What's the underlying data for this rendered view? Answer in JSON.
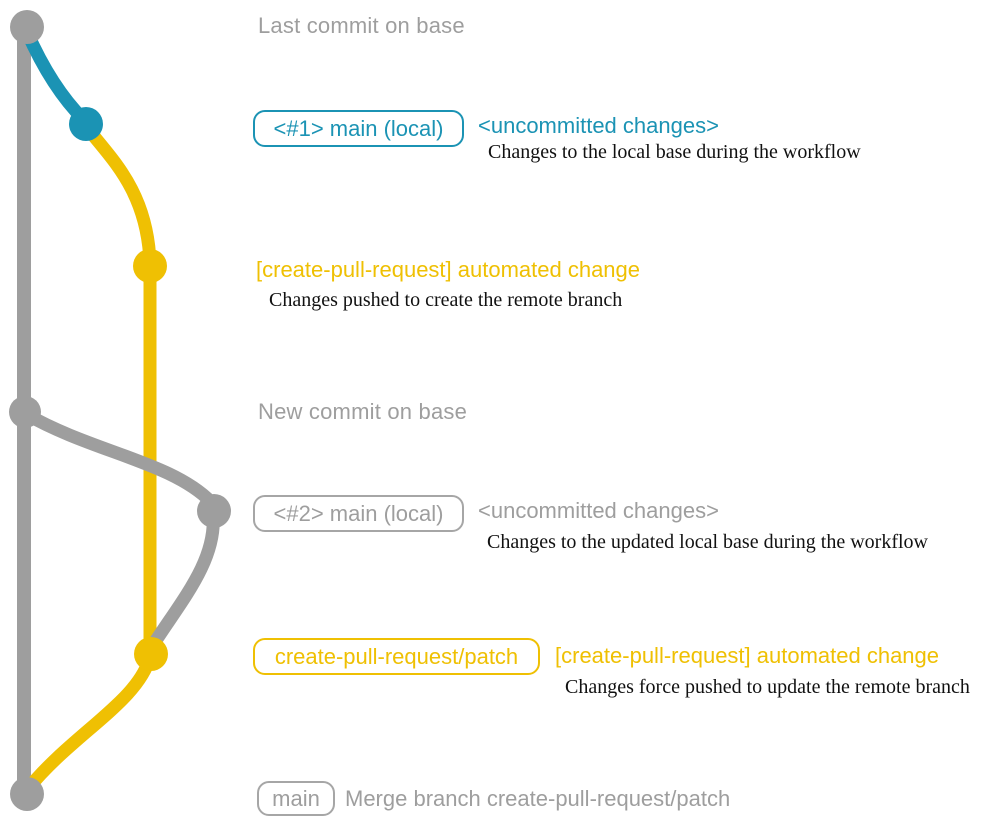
{
  "colors": {
    "gray": "#9e9e9e",
    "teal": "#1b93b4",
    "yellow": "#efc003",
    "text_dark": "#111111",
    "background": "#ffffff"
  },
  "headings": {
    "last_commit": "Last commit on base",
    "new_commit": "New commit on base"
  },
  "rows": {
    "row1": {
      "badge": "<#1> main (local)",
      "note": "<uncommitted changes>",
      "desc": "Changes to the local base during the workflow"
    },
    "row2": {
      "title": "[create-pull-request] automated change",
      "desc": "Changes pushed to create the remote branch"
    },
    "row3": {
      "badge": "<#2> main (local)",
      "note": "<uncommitted changes>",
      "desc": "Changes to the updated local base during the workflow"
    },
    "row4": {
      "badge": "create-pull-request/patch",
      "title": "[create-pull-request] automated change",
      "desc": "Changes force pushed to update the remote branch"
    },
    "row5": {
      "badge": "main",
      "text": "Merge branch create-pull-request/patch"
    }
  },
  "graph": {
    "commits": [
      {
        "name": "last-commit-on-base",
        "branch": "base",
        "color": "gray"
      },
      {
        "name": "uncommitted-local-1",
        "branch": "main-local",
        "color": "teal"
      },
      {
        "name": "automated-change-1",
        "branch": "create-pull-request/patch",
        "color": "yellow"
      },
      {
        "name": "new-commit-on-base",
        "branch": "base",
        "color": "gray"
      },
      {
        "name": "uncommitted-local-2",
        "branch": "main-local",
        "color": "gray"
      },
      {
        "name": "automated-change-2",
        "branch": "create-pull-request/patch",
        "color": "yellow"
      },
      {
        "name": "merge-commit",
        "branch": "main",
        "color": "gray"
      }
    ]
  }
}
